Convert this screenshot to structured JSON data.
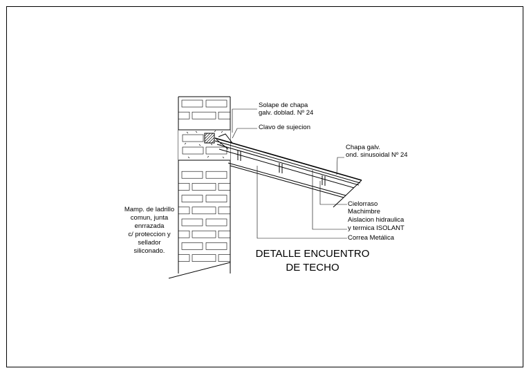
{
  "labels": {
    "solape_1": "Solape de chapa",
    "solape_2": "galv. doblad. Nº 24",
    "clavo": "Clavo de sujecion",
    "chapa_1": "Chapa galv.",
    "chapa_2": "ond. sinusoidal Nº 24",
    "cielorraso_1": "Cielorraso",
    "cielorraso_2": "Machimbre",
    "aislacion_1": "Aislacion hidraulica",
    "aislacion_2": "y termica ISOLANT",
    "correa": "Correa Metálica",
    "mamp_1": "Mamp. de ladrillo",
    "mamp_2": "comun, junta",
    "mamp_3": "enrrazada",
    "mamp_4": "c/ proteccion y",
    "mamp_5": "sellador",
    "mamp_6": "siliconado."
  },
  "title": {
    "line_1": "DETALLE ENCUENTRO",
    "line_2": "DE TECHO"
  }
}
